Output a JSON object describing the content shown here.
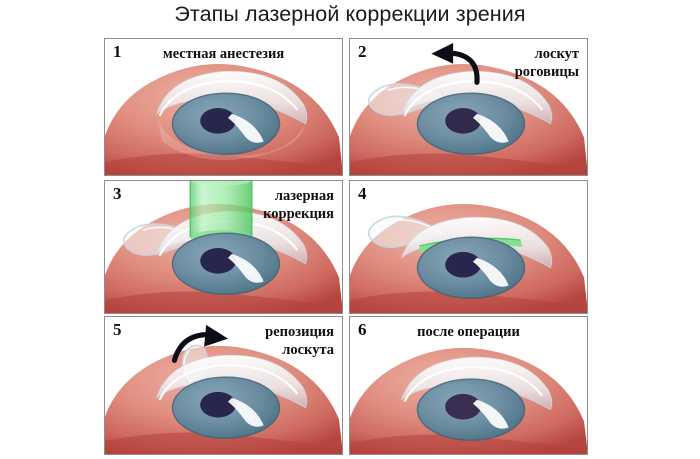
{
  "title": "Этапы лазерной коррекции зрения",
  "panels": [
    {
      "number": "1",
      "label": "местная анестезия",
      "label_position": "center",
      "has_flap": false,
      "has_arrow": false,
      "has_laser_beam": false,
      "has_ablation_band": false,
      "flap_state": "intact"
    },
    {
      "number": "2",
      "label": "лоскут\nроговицы",
      "label_position": "right",
      "has_flap": true,
      "has_arrow": true,
      "arrow_direction": "left",
      "has_laser_beam": false,
      "has_ablation_band": false,
      "flap_state": "lifted-left"
    },
    {
      "number": "3",
      "label": "лазерная\nкоррекция",
      "label_position": "right",
      "has_flap": true,
      "has_arrow": false,
      "has_laser_beam": true,
      "has_ablation_band": false,
      "flap_state": "lifted-left"
    },
    {
      "number": "4",
      "label": "",
      "label_position": "right",
      "has_flap": true,
      "has_arrow": false,
      "has_laser_beam": false,
      "has_ablation_band": true,
      "flap_state": "lifted-left"
    },
    {
      "number": "5",
      "label": "репозиция\nлоскута",
      "label_position": "right",
      "has_flap": true,
      "has_arrow": true,
      "arrow_direction": "right",
      "has_laser_beam": false,
      "has_ablation_band": false,
      "flap_state": "folding-back"
    },
    {
      "number": "6",
      "label": "после операции",
      "label_position": "center",
      "has_flap": false,
      "has_arrow": false,
      "has_laser_beam": false,
      "has_ablation_band": false,
      "flap_state": "intact"
    }
  ],
  "colors": {
    "sclera_light": "#e79b8d",
    "sclera_mid": "#d4786c",
    "sclera_deep": "#b94a44",
    "iris_outer": "#5d7f92",
    "iris_inner": "#7fa0b2",
    "pupil": "#27274d",
    "cornea": "#f2f5f7",
    "highlight": "#ffffff",
    "laser_green": "#8ee89a",
    "laser_edge": "#4cc45f",
    "arrow": "#0d0d17",
    "panel_border": "#8e8e8e",
    "text": "#111111",
    "background": "#ffffff"
  }
}
